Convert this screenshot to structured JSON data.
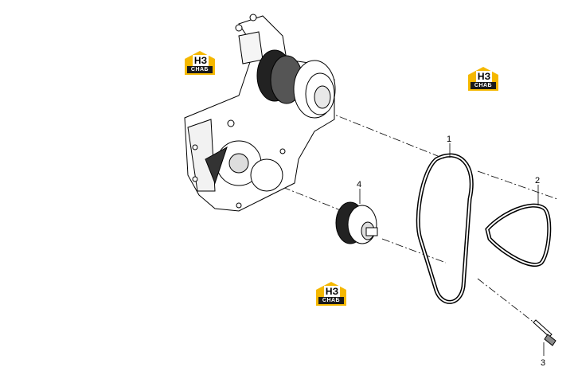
{
  "diagram": {
    "callouts": [
      {
        "id": "1",
        "label": "1"
      },
      {
        "id": "2",
        "label": "2"
      },
      {
        "id": "3",
        "label": "3"
      },
      {
        "id": "4",
        "label": "4"
      }
    ]
  },
  "watermark": {
    "brand_top": "НЗ",
    "brand_bottom": "СНАБ",
    "accent_color": "#f5b800",
    "dark_color": "#1a1a1a"
  }
}
